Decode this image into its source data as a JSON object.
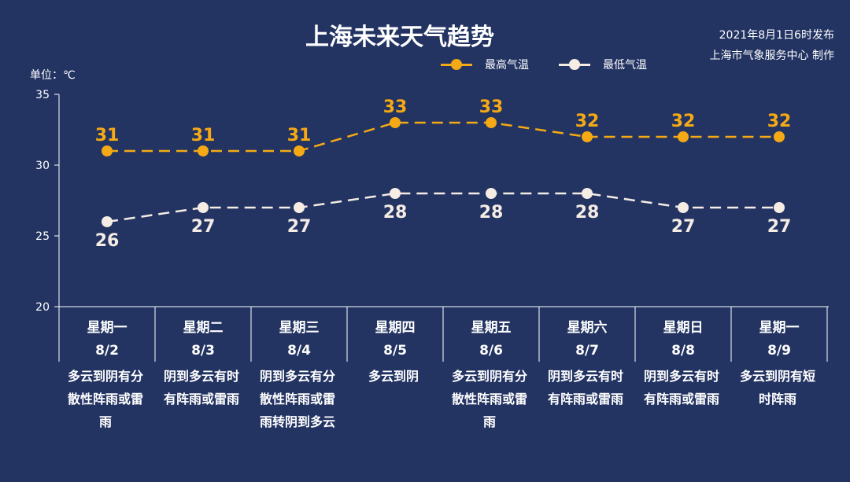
{
  "title": "上海未来天气趋势",
  "published": "2021年8月1日6时发布",
  "producer": "上海市气象服务中心 制作",
  "colors": {
    "high": "#F5A914",
    "low": "#F5ECE4",
    "background": "#233463"
  },
  "chart_data": {
    "type": "line",
    "title": "上海未来天气趋势",
    "ylabel": "单位：℃",
    "ylim": [
      20,
      35
    ],
    "yticks": [
      "20",
      "25",
      "30",
      "35"
    ],
    "legend_position": "top-right",
    "categories": [
      {
        "day": "星期一",
        "date": "8/2",
        "weather": "多云到阴有分散性阵雨或雷雨"
      },
      {
        "day": "星期二",
        "date": "8/3",
        "weather": "阴到多云有时有阵雨或雷雨"
      },
      {
        "day": "星期三",
        "date": "8/4",
        "weather": "阴到多云有分散性阵雨或雷雨转阴到多云"
      },
      {
        "day": "星期四",
        "date": "8/5",
        "weather": "多云到阴"
      },
      {
        "day": "星期五",
        "date": "8/6",
        "weather": "多云到阴有分散性阵雨或雷雨"
      },
      {
        "day": "星期六",
        "date": "8/7",
        "weather": "阴到多云有时有阵雨或雷雨"
      },
      {
        "day": "星期日",
        "date": "8/8",
        "weather": "阴到多云有时有阵雨或雷雨"
      },
      {
        "day": "星期一",
        "date": "8/9",
        "weather": "多云到阴有短时阵雨"
      }
    ],
    "series": [
      {
        "name": "最高气温",
        "values": [
          31,
          31,
          31,
          33,
          33,
          32,
          32,
          32
        ]
      },
      {
        "name": "最低气温",
        "values": [
          26,
          27,
          27,
          28,
          28,
          28,
          27,
          27
        ]
      }
    ]
  }
}
